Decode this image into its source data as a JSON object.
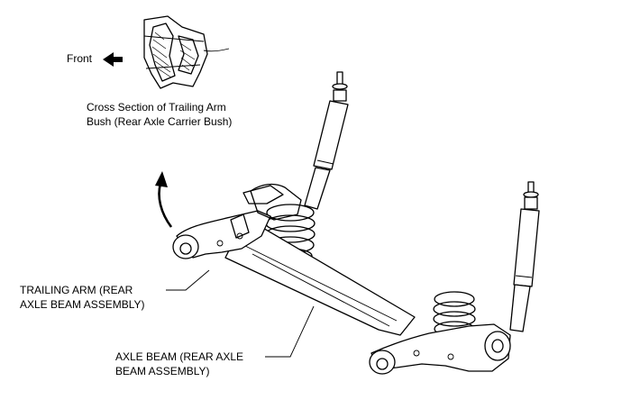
{
  "labels": {
    "front": "Front",
    "cross_section_line1": "Cross Section of Trailing Arm",
    "cross_section_line2": "Bush (Rear Axle Carrier Bush)",
    "trailing_arm_line1": "TRAILING ARM (REAR",
    "trailing_arm_line2": "AXLE BEAM ASSEMBLY)",
    "axle_beam_line1": "AXLE BEAM (REAR AXLE",
    "axle_beam_line2": "BEAM ASSEMBLY)"
  },
  "icons": {
    "front_arrow": "arrow-left-icon",
    "curved_arrow": "curved-arrow-up-icon"
  }
}
